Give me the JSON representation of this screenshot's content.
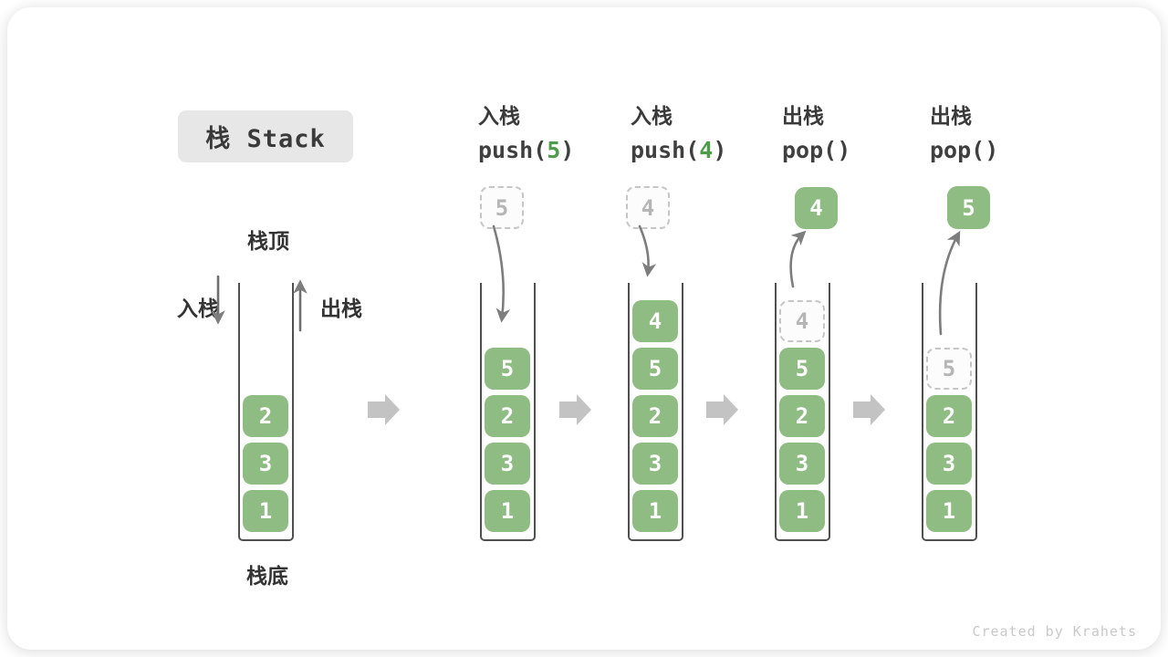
{
  "title": "栈 Stack",
  "side_labels": {
    "stack_top": "栈顶",
    "stack_bottom": "栈底",
    "push_label": "入栈",
    "pop_label": "出栈"
  },
  "operations": [
    {
      "name": "入栈",
      "code_prefix": "push(",
      "arg": "5",
      "code_suffix": ")"
    },
    {
      "name": "入栈",
      "code_prefix": "push(",
      "arg": "4",
      "code_suffix": ")"
    },
    {
      "name": "出栈",
      "code_prefix": "pop(",
      "arg": "",
      "code_suffix": ")"
    },
    {
      "name": "出栈",
      "code_prefix": "pop(",
      "arg": "",
      "code_suffix": ")"
    }
  ],
  "stacks": [
    {
      "blocks": [
        "2",
        "3",
        "1"
      ]
    },
    {
      "top_box": {
        "value": "5",
        "style": "ghost"
      },
      "blocks": [
        "5",
        "2",
        "3",
        "1"
      ]
    },
    {
      "top_box": {
        "value": "4",
        "style": "ghost"
      },
      "blocks": [
        "4",
        "5",
        "2",
        "3",
        "1"
      ]
    },
    {
      "top_box": {
        "value": "4",
        "style": "solid"
      },
      "ghost_block": "4",
      "blocks": [
        "5",
        "2",
        "3",
        "1"
      ]
    },
    {
      "top_box": {
        "value": "5",
        "style": "solid"
      },
      "ghost_block": "5",
      "blocks": [
        "2",
        "3",
        "1"
      ]
    }
  ],
  "watermark": "Created by Krahets",
  "colors": {
    "block_green": "#8ebc82",
    "code_green": "#4e9b4a",
    "ghost_border": "#c6c6c6",
    "ghost_text": "#b5b5b5",
    "wall_gray": "#4f4f4f",
    "arrow_gray": "#7d7d7d",
    "transition_arrow_gray": "#c3c3c3",
    "text_dark": "#3a3a3a",
    "chip_bg": "#e7e7e7",
    "watermark_gray": "#c9c9c9"
  }
}
